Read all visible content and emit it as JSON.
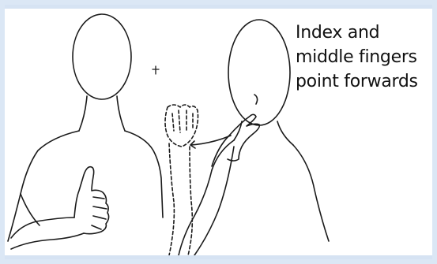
{
  "caption": {
    "line1": "Index and",
    "line2": "middle fingers",
    "line3": "point forwards"
  },
  "colors": {
    "ink": "#1a1a1a",
    "frame": "#dbe7f5",
    "background": "#ffffff"
  }
}
